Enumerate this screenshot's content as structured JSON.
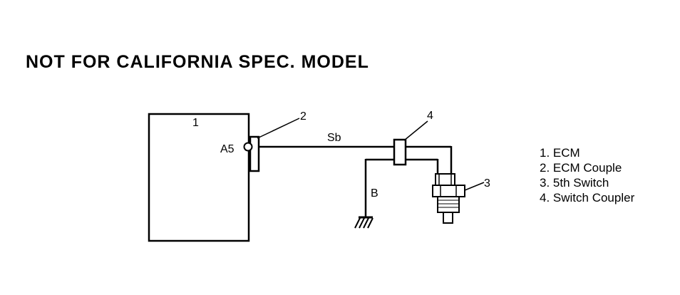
{
  "title": "NOT FOR CALIFORNIA SPEC. MODEL",
  "labels": {
    "ecm_number": "1",
    "terminal": "A5",
    "ecm_couple_number": "2",
    "wire_main": "Sb",
    "switch_coupler_number": "4",
    "fifth_switch_number": "3",
    "wire_ground": "B"
  },
  "legend": [
    "1. ECM",
    "2. ECM Couple",
    "3. 5th Switch",
    "4. Switch Coupler"
  ]
}
